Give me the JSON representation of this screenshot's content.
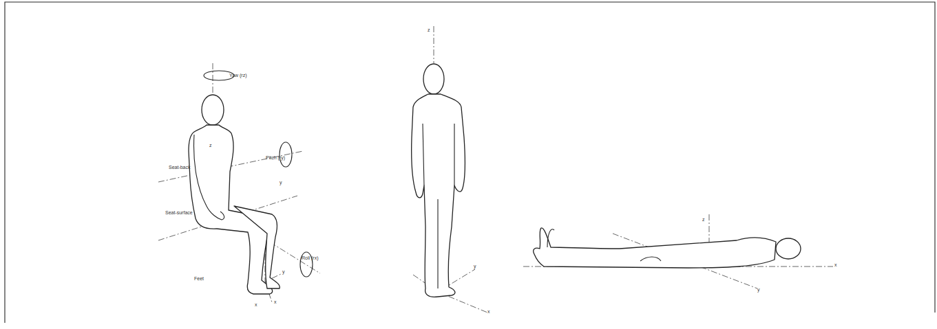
{
  "diagram": {
    "labels": [
      "Yaw (rz)",
      "z",
      "Seat-back",
      "Pitch (ry)",
      "y",
      "Seat-surface",
      "Roll (rx)",
      "x",
      "Feet",
      "y",
      "x",
      "z",
      "y",
      "x",
      "z",
      "y",
      "x"
    ]
  }
}
